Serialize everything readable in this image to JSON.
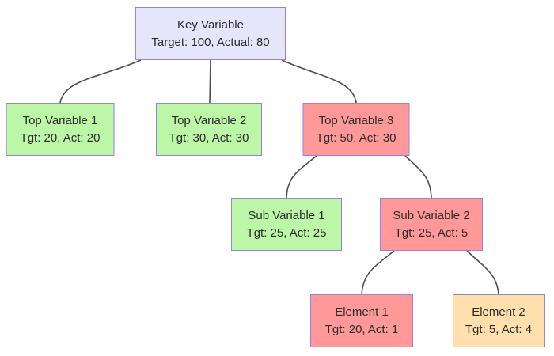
{
  "diagram": {
    "type": "tree-flowchart",
    "background_color": "#ffffff",
    "edge_color": "#4d4d4d",
    "node_border_color": "#9C7FDE",
    "status_colors": {
      "root": "#E6E6FA",
      "ok": "#BBF7A6",
      "bad": "#FF9999",
      "warn": "#FFE0AC"
    },
    "nodes": [
      {
        "id": "key",
        "title": "Key Variable",
        "detail": "Target: 100, Actual: 80",
        "status": "root"
      },
      {
        "id": "top1",
        "title": "Top Variable 1",
        "detail": "Tgt: 20, Act: 20",
        "status": "ok"
      },
      {
        "id": "top2",
        "title": "Top Variable 2",
        "detail": "Tgt: 30, Act: 30",
        "status": "ok"
      },
      {
        "id": "top3",
        "title": "Top Variable 3",
        "detail": "Tgt: 50, Act: 30",
        "status": "bad"
      },
      {
        "id": "sub1",
        "title": "Sub Variable 1",
        "detail": "Tgt: 25, Act: 25",
        "status": "ok"
      },
      {
        "id": "sub2",
        "title": "Sub Variable 2",
        "detail": "Tgt: 25, Act: 5",
        "status": "bad"
      },
      {
        "id": "el1",
        "title": "Element 1",
        "detail": "Tgt: 20, Act: 1",
        "status": "bad"
      },
      {
        "id": "el2",
        "title": "Element 2",
        "detail": "Tgt: 5, Act: 4",
        "status": "warn"
      }
    ],
    "edges": [
      {
        "from": "key",
        "to": "top1"
      },
      {
        "from": "key",
        "to": "top2"
      },
      {
        "from": "key",
        "to": "top3"
      },
      {
        "from": "top3",
        "to": "sub1"
      },
      {
        "from": "top3",
        "to": "sub2"
      },
      {
        "from": "sub2",
        "to": "el1"
      },
      {
        "from": "sub2",
        "to": "el2"
      }
    ]
  }
}
